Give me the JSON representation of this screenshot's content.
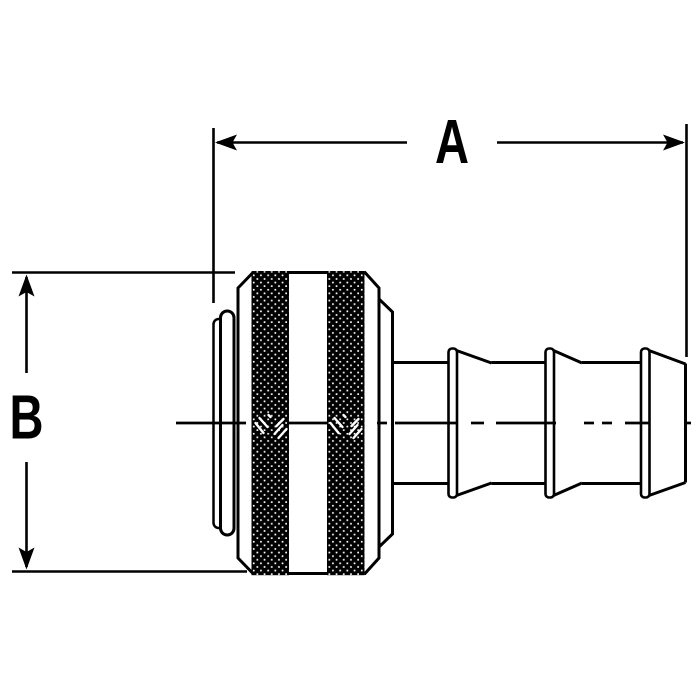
{
  "page": {
    "background_color": "#ffffff"
  },
  "drawing": {
    "kind": "technical-line-drawing",
    "subject": "push-on hose barb fitting with knurled collar, side profile view",
    "stroke_color": "#000000",
    "fill_color": "#ffffff",
    "dim_a": {
      "label": "A"
    },
    "dim_b": {
      "label": "B"
    }
  }
}
